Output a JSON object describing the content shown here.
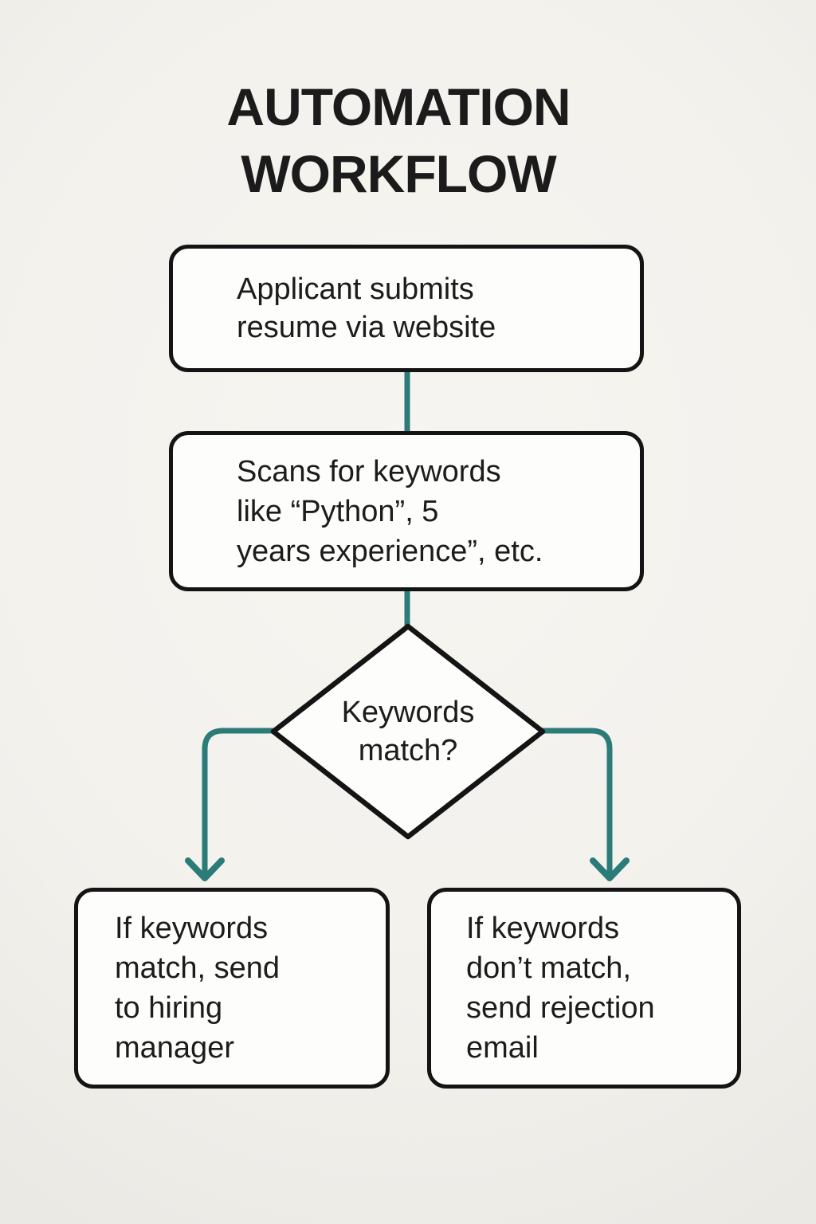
{
  "title": {
    "lines": [
      "AUTOMATION",
      "WORKFLOW"
    ]
  },
  "nodes": {
    "start": {
      "lines": [
        "Applicant submits",
        "resume via website"
      ]
    },
    "scan": {
      "lines": [
        "Scans for keywords",
        "like “Python”, 5",
        "years experience”, etc."
      ]
    },
    "decision": {
      "lines": [
        "Keywords",
        "match?"
      ]
    },
    "match": {
      "lines": [
        "If keywords",
        "match, send",
        "to hiring",
        "manager"
      ]
    },
    "no_match": {
      "lines": [
        "If keywords",
        "don’t match,",
        "send rejection",
        "email"
      ]
    }
  },
  "colors": {
    "background": "#f3f1ec",
    "node-fill": "#fdfdfc",
    "node-border": "#141414",
    "connector": "#2b7b78",
    "text": "#1c1c1c"
  }
}
